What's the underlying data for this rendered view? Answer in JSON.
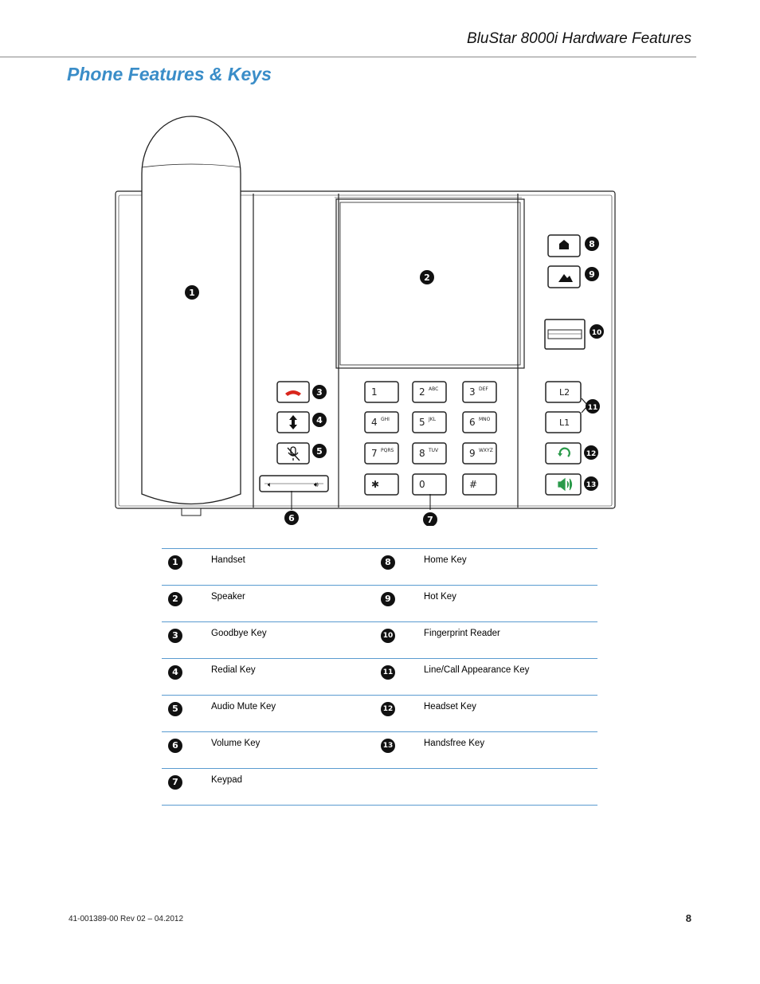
{
  "header": {
    "title": "BluStar 8000i Hardware Features"
  },
  "page_title": "Phone Features & Keys",
  "figure": {
    "callouts": [
      "1",
      "2",
      "3",
      "4",
      "5",
      "6",
      "7",
      "8",
      "9",
      "10",
      "11",
      "12",
      "13"
    ],
    "keypad": [
      {
        "digit": "1",
        "letters": ""
      },
      {
        "digit": "2",
        "letters": "ABC"
      },
      {
        "digit": "3",
        "letters": "DEF"
      },
      {
        "digit": "4",
        "letters": "GHI"
      },
      {
        "digit": "5",
        "letters": "JKL"
      },
      {
        "digit": "6",
        "letters": "MNO"
      },
      {
        "digit": "7",
        "letters": "PQRS"
      },
      {
        "digit": "8",
        "letters": "TUV"
      },
      {
        "digit": "9",
        "letters": "WXYZ"
      },
      {
        "digit": "✱",
        "letters": ""
      },
      {
        "digit": "0",
        "letters": ""
      },
      {
        "digit": "#",
        "letters": ""
      }
    ],
    "line_keys": [
      "L2",
      "L1"
    ],
    "icons": {
      "goodbye": "phone-hangup-icon",
      "redial": "redial-arrows-icon",
      "mute": "mic-mute-icon",
      "home": "home-icon",
      "hot": "hot-key-icon",
      "headset": "headset-icon",
      "handsfree": "speaker-icon"
    },
    "colors": {
      "goodbye": "#d9261c",
      "headset": "#2a9a4a",
      "handsfree": "#2a9a4a"
    }
  },
  "legend": {
    "rows": [
      {
        "n1": "1",
        "l1": "Handset",
        "n2": "8",
        "l2": "Home Key"
      },
      {
        "n1": "2",
        "l1": "Speaker",
        "n2": "9",
        "l2": "Hot Key"
      },
      {
        "n1": "3",
        "l1": "Goodbye Key",
        "n2": "10",
        "l2": "Fingerprint Reader"
      },
      {
        "n1": "4",
        "l1": "Redial Key",
        "n2": "11",
        "l2": "Line/Call Appearance Key"
      },
      {
        "n1": "5",
        "l1": "Audio Mute Key",
        "n2": "12",
        "l2": "Headset Key"
      },
      {
        "n1": "6",
        "l1": "Volume Key",
        "n2": "13",
        "l2": "Handsfree Key"
      },
      {
        "n1": "7",
        "l1": "Keypad",
        "n2": "",
        "l2": ""
      }
    ]
  },
  "footer": {
    "doc_id": "41-001389-00 Rev 02 – 04.2012",
    "page_number": "8"
  }
}
